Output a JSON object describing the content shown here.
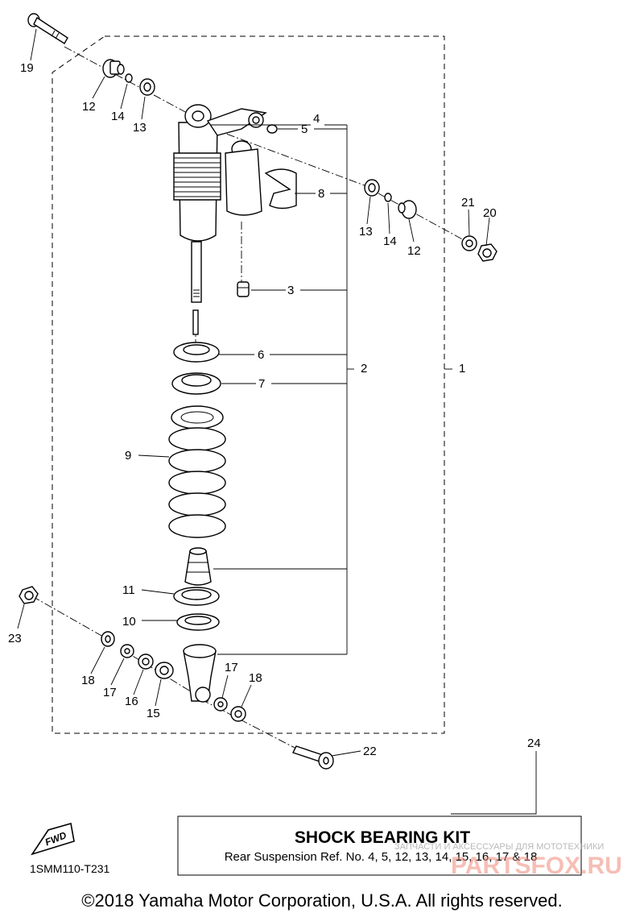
{
  "callouts": {
    "c1": "1",
    "c2": "2",
    "c3": "3",
    "c4": "4",
    "c5": "5",
    "c6": "6",
    "c7": "7",
    "c8": "8",
    "c9": "9",
    "c10": "10",
    "c11": "11",
    "c12a": "12",
    "c12b": "12",
    "c13a": "13",
    "c13b": "13",
    "c14a": "14",
    "c14b": "14",
    "c15": "15",
    "c16": "16",
    "c17a": "17",
    "c17b": "17",
    "c18a": "18",
    "c18b": "18",
    "c19": "19",
    "c20": "20",
    "c21": "21",
    "c22": "22",
    "c23": "23",
    "c24": "24"
  },
  "kit": {
    "title": "SHOCK BEARING KIT",
    "subtitle": "Rear Suspension Ref. No. 4, 5, 12, 13, 14, 15, 16, 17 & 18"
  },
  "fwd_label": "FWD",
  "diagram_code": "1SMM110-T231",
  "copyright": "©2018 Yamaha Motor Corporation, U.S.A. All rights reserved.",
  "watermark": {
    "line1": "ЗАПЧАСТИ И АКСЕССУАРЫ ДЛЯ МОТОТЕХНИКИ",
    "line2": "PARTSFOX.RU"
  }
}
